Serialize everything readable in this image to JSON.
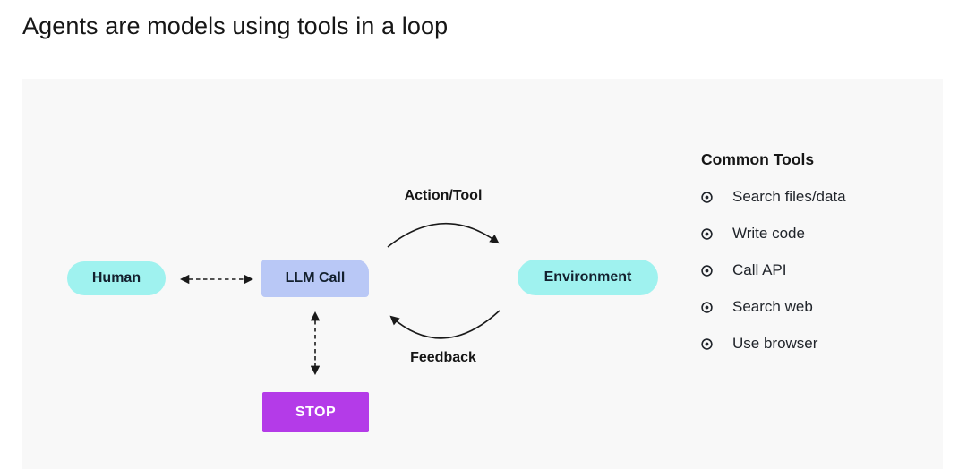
{
  "title": "Agents are models using tools in a loop",
  "diagram": {
    "nodes": {
      "human": {
        "label": "Human",
        "color": "#9ff2ef"
      },
      "llm_call": {
        "label": "LLM Call",
        "color": "#b9c8f6"
      },
      "environment": {
        "label": "Environment",
        "color": "#9ff2ef"
      },
      "stop": {
        "label": "STOP",
        "color": "#b43be8",
        "text_color": "#ffffff"
      }
    },
    "edges": {
      "action_label": "Action/Tool",
      "feedback_label": "Feedback",
      "arrow_color": "#1a1a1a"
    }
  },
  "common_tools": {
    "heading": "Common Tools",
    "bullet_color": "#4a6fd4",
    "items": [
      {
        "label": "Search files/data"
      },
      {
        "label": "Write code"
      },
      {
        "label": "Call API"
      },
      {
        "label": "Search web"
      },
      {
        "label": "Use browser"
      }
    ]
  },
  "colors": {
    "panel_bg": "#f8f8f8",
    "title_text": "#161616"
  }
}
